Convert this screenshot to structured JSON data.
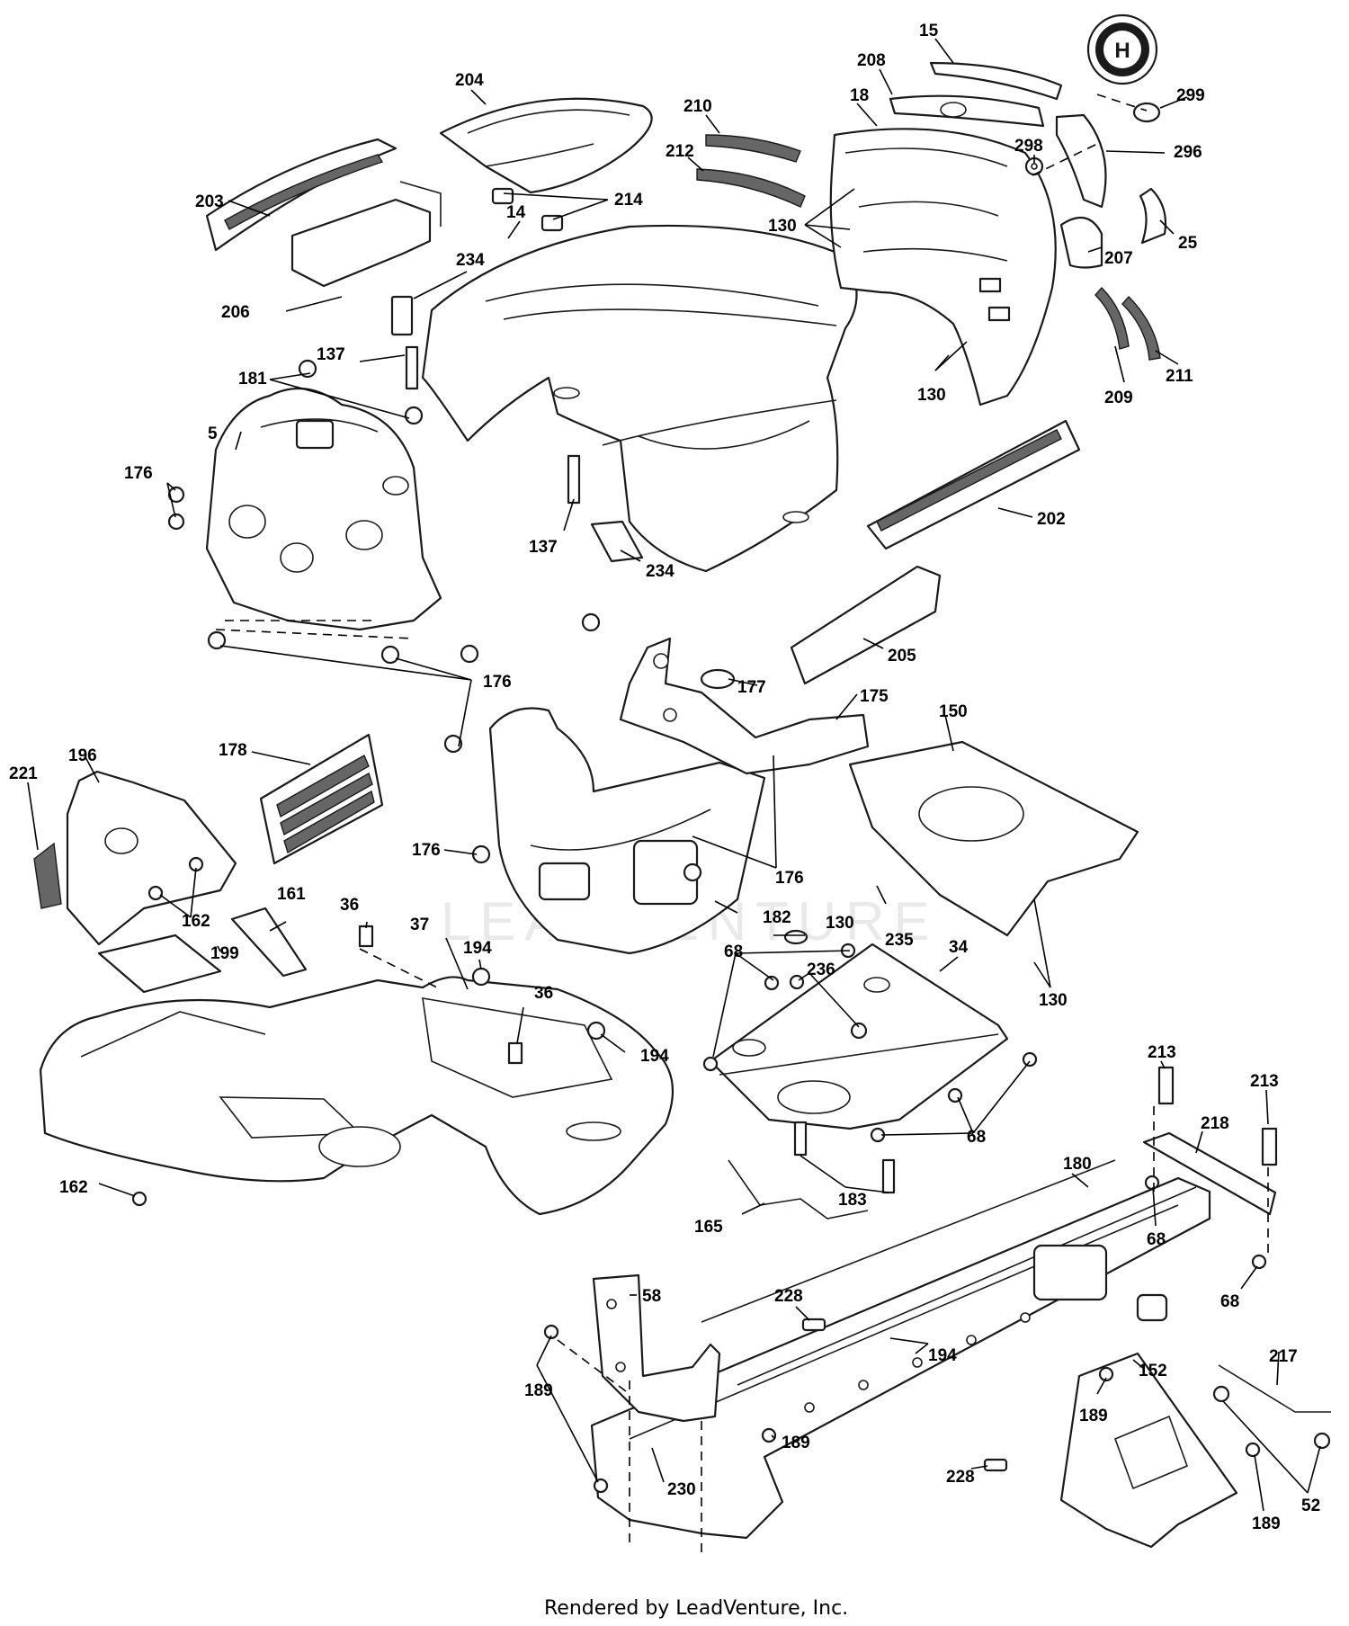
{
  "watermark": "LEADVENTURE",
  "footer": "Rendered by LeadVenture, Inc.",
  "brand_logo_letter": "H",
  "callouts": {
    "c15": "15",
    "c208": "208",
    "c299": "299",
    "c204": "204",
    "c18": "18",
    "c210": "210",
    "c212": "212",
    "c298": "298",
    "c296": "296",
    "c214": "214",
    "c203": "203",
    "c130a": "130",
    "c25": "25",
    "c207": "207",
    "c14": "14",
    "c234a": "234",
    "c206": "206",
    "c209": "209",
    "c211": "211",
    "c130b": "130",
    "c137a": "137",
    "c181": "181",
    "c5": "5",
    "c176a": "176",
    "c137b": "137",
    "c234b": "234",
    "c202": "202",
    "c205": "205",
    "c176b": "176",
    "c177": "177",
    "c175": "175",
    "c150": "150",
    "c196": "196",
    "c178": "178",
    "c221": "221",
    "c176c": "176",
    "c176d": "176",
    "c162a": "162",
    "c161": "161",
    "c130c": "130",
    "c182": "182",
    "c36a": "36",
    "c37": "37",
    "c194a": "194",
    "c235": "235",
    "c34": "34",
    "c68a": "68",
    "c236": "236",
    "c130d": "130",
    "c199": "199",
    "c36b": "36",
    "c194b": "194",
    "c213a": "213",
    "c213b": "213",
    "c218": "218",
    "c68b": "68",
    "c183": "183",
    "c162b": "162",
    "c180": "180",
    "c165": "165",
    "c68c": "68",
    "c68d": "68",
    "c228a": "228",
    "c58": "58",
    "c194c": "194",
    "c217": "217",
    "c189a": "189",
    "c152": "152",
    "c189b": "189",
    "c189c": "189",
    "c230": "230",
    "c228b": "228",
    "c52": "52",
    "c189d": "189"
  }
}
